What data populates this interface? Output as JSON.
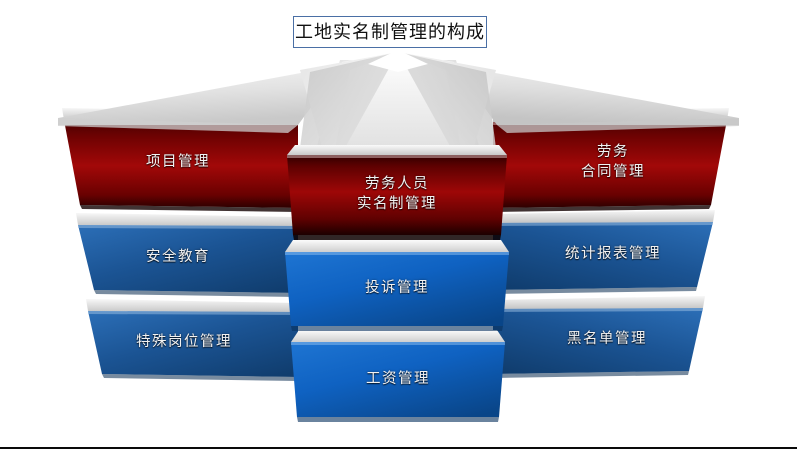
{
  "slide": {
    "title": "工地实名制管理的构成",
    "background_color": "#ffffff",
    "title_border_color": "#4a6fa5"
  },
  "colors": {
    "red_light": "#a00707",
    "red_dark": "#4d0000",
    "blue_side_light": "#1f62ab",
    "blue_side_dark": "#124275",
    "blue_center_light": "#0d62c4",
    "blue_center_dark": "#0a4288",
    "top_face_light": "#f4f4f4",
    "top_face_dark": "#c3c3c3",
    "roof_light": "#fbfbfb",
    "roof_mid": "#dcdcdc",
    "roof_dark": "#b9b9b9",
    "label_text": "#f2f2f2"
  },
  "diagram": {
    "type": "pyramid-hierarchy",
    "apex_label": "",
    "columns": [
      {
        "name": "left",
        "blocks": [
          {
            "id": "project-management",
            "label": "项目管理",
            "color": "red",
            "tier": 1
          },
          {
            "id": "safety-education",
            "label": "安全教育",
            "color": "blue",
            "tier": 2
          },
          {
            "id": "special-post-management",
            "label": "特殊岗位管理",
            "color": "blue",
            "tier": 3
          }
        ]
      },
      {
        "name": "center",
        "blocks": [
          {
            "id": "labor-real-name-management",
            "label": "劳务人员\n实名制管理",
            "color": "red",
            "tier": 1
          },
          {
            "id": "complaint-management",
            "label": "投诉管理",
            "color": "blue-bright",
            "tier": 2
          },
          {
            "id": "salary-management",
            "label": "工资管理",
            "color": "blue-bright",
            "tier": 3
          }
        ]
      },
      {
        "name": "right",
        "blocks": [
          {
            "id": "labor-contract-management",
            "label": "劳务\n合同管理",
            "color": "red",
            "tier": 1
          },
          {
            "id": "statistical-report-management",
            "label": "统计报表管理",
            "color": "blue",
            "tier": 2
          },
          {
            "id": "blacklist-management",
            "label": "黑名单管理",
            "color": "blue",
            "tier": 3
          }
        ]
      }
    ]
  }
}
